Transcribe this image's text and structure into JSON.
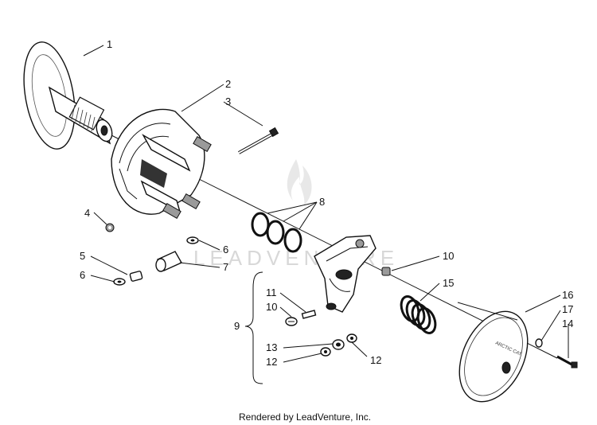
{
  "credit": "Rendered by LeadVenture, Inc.",
  "watermark": "LEADVENTURE",
  "callouts": {
    "c1": "1",
    "c2": "2",
    "c3": "3",
    "c4": "4",
    "c5": "5",
    "c6a": "6",
    "c6b": "6",
    "c7": "7",
    "c8": "8",
    "c9": "9",
    "c10a": "10",
    "c10b": "10",
    "c11": "11",
    "c12a": "12",
    "c12b": "12",
    "c13": "13",
    "c14": "14",
    "c15": "15",
    "c16": "16",
    "c17": "17"
  }
}
